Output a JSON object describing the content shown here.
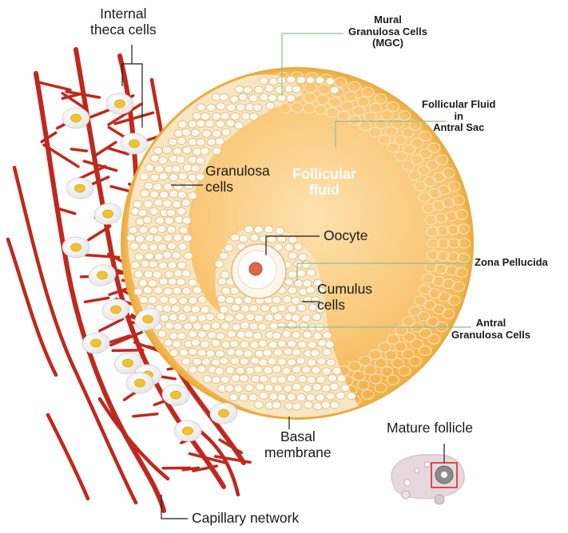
{
  "labels": {
    "internal_theca": "Internal\ntheca cells",
    "mural_gc": "Mural\nGranulosa Cells\n(MGC)",
    "follicular_fluid_antral": "Follicular Fluid\nin\nAntral Sac",
    "granulosa_cells": "Granulosa\ncells",
    "follicular_fluid": "Follicular\nfluid",
    "oocyte": "Oocyte",
    "zona_pellucida": "Zona Pellucida",
    "cumulus_cells": "Cumulus\ncells",
    "antral_gc": "Antral\nGranulosa Cells",
    "basal_membrane": "Basal\nmembrane",
    "mature_follicle": "Mature follicle",
    "capillary_network": "Capillary network"
  },
  "colors": {
    "capillary": "#c0281e",
    "follicle_rim": "#f0c050",
    "antrum_inner": "#fcd9a0",
    "antrum_outer": "#f5b54a",
    "granulosa_cell": "#fffaf0",
    "cell_outline": "#e8b878",
    "theca_nucleus": "#f1c232",
    "oocyte_nucleus": "#e06848",
    "green_leader": "#8cc08c"
  }
}
